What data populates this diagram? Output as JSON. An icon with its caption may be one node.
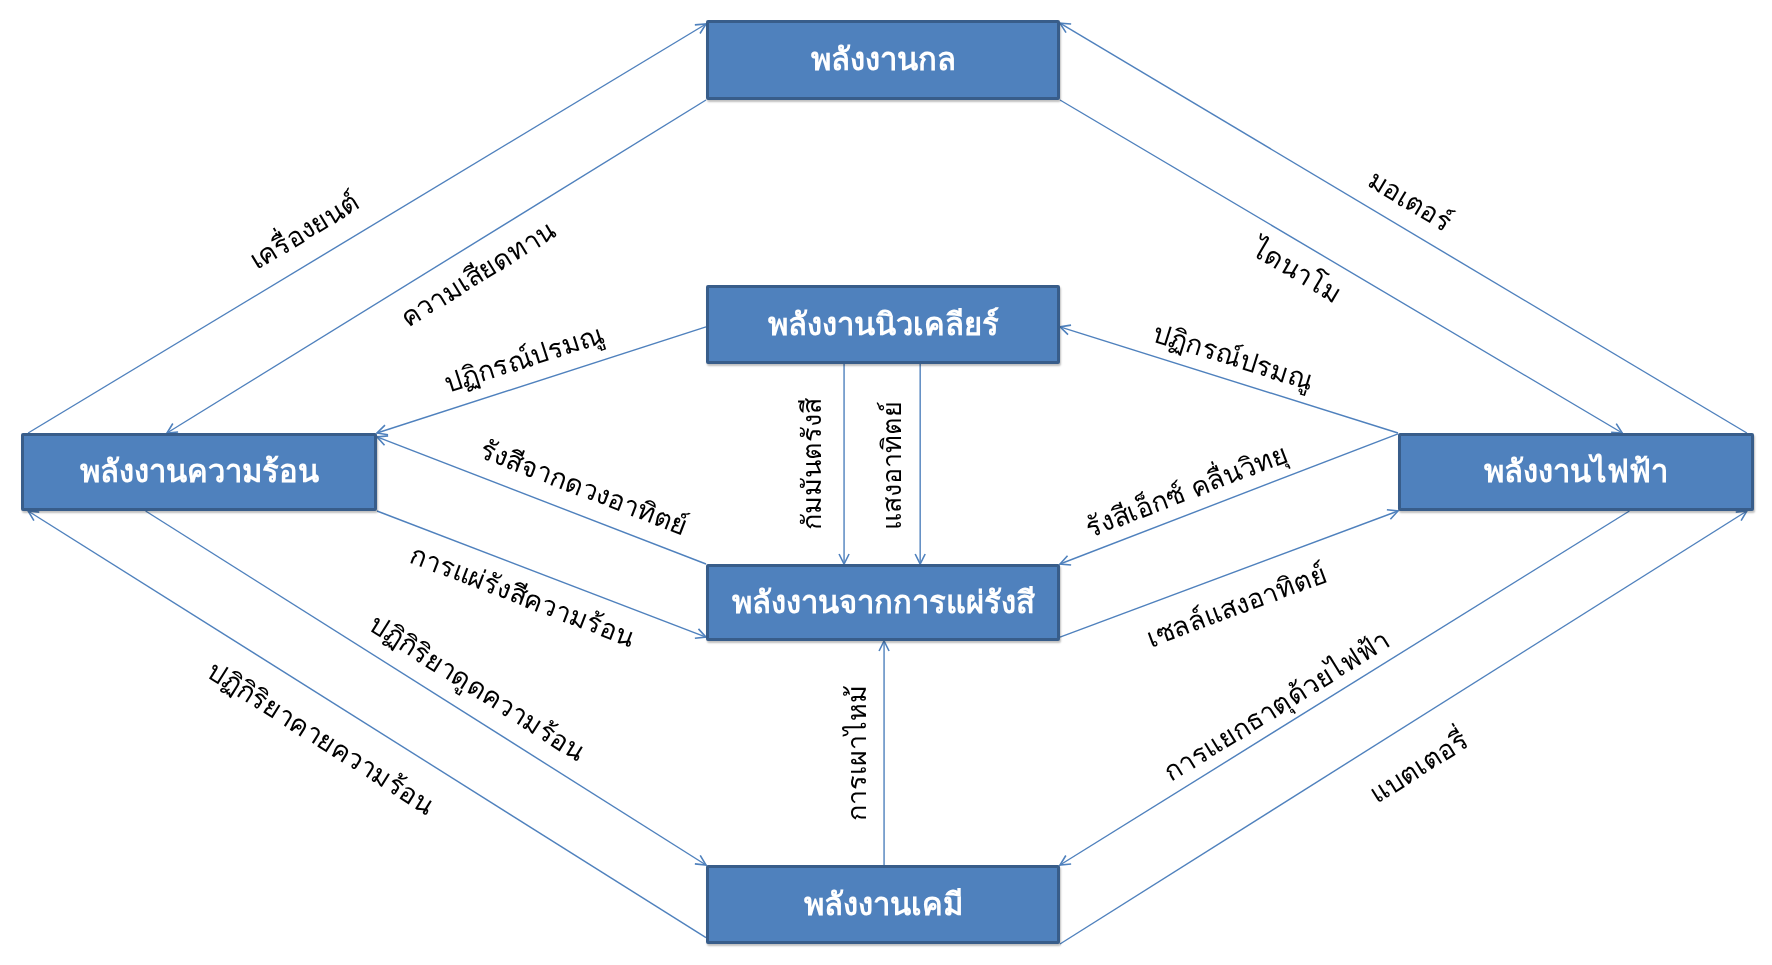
{
  "diagram": {
    "nodes": [
      {
        "text": [
          "พลังงานกล"
        ]
      },
      {
        "text": [
          "พลังงานนิวเคลียร์"
        ]
      },
      {
        "text": [
          "พลังงานความร้อน"
        ]
      },
      {
        "text": [
          "พลังงานไฟฟ้า"
        ]
      },
      {
        "text": [
          "พลังงานจากการแผ่รังสี"
        ]
      },
      {
        "text": [
          "พลังงานเคมี"
        ]
      }
    ],
    "edges": [
      {
        "from": 2,
        "to": 0,
        "arrow": "to",
        "label": "เครื่องยนต์"
      },
      {
        "from": 0,
        "to": 2,
        "arrow": "to",
        "label": "ความเสียดทาน"
      },
      {
        "from": 1,
        "to": 2,
        "arrow": "to",
        "label": "ปฏิกรณ์ปรมณู"
      },
      {
        "from": 4,
        "to": 2,
        "arrow": "to",
        "label": "รังสีจากดวงอาทิตย์"
      },
      {
        "from": 2,
        "to": 4,
        "arrow": "to",
        "label": "การแผ่รังสีความร้อน"
      },
      {
        "from": 2,
        "to": 5,
        "arrow": "to",
        "label": "ปฏิกิริยาดูดความร้อน"
      },
      {
        "from": 5,
        "to": 2,
        "arrow": "to",
        "label": "ปฏิกิริยาคายความร้อน"
      },
      {
        "from": 3,
        "to": 0,
        "arrow": "to",
        "label": "มอเตอร์"
      },
      {
        "from": 0,
        "to": 3,
        "arrow": "to",
        "label": "ไดนาโม"
      },
      {
        "from": 3,
        "to": 1,
        "arrow": "to",
        "label": "ปฏิกรณ์ปรมณู"
      },
      {
        "from": 3,
        "to": 4,
        "arrow": "to",
        "label": "รังสีเอ็กซ์ คลื่นวิทยุ"
      },
      {
        "from": 4,
        "to": 3,
        "arrow": "to",
        "label": "เซลล์แสงอาทิตย์"
      },
      {
        "from": 3,
        "to": 5,
        "arrow": "to",
        "label": "การแยกธาตุด้วยไฟฟ้า"
      },
      {
        "from": 5,
        "to": 3,
        "arrow": "to",
        "label": "แบตเตอรี่"
      },
      {
        "from": 1,
        "to": 4,
        "arrow": "to",
        "label": "กัมมันตรังสี"
      },
      {
        "from": 1,
        "to": 4,
        "arrow": "to",
        "label": "แสงอาทิตย์"
      },
      {
        "from": 5,
        "to": 4,
        "arrow": "to",
        "label": "การเผาไหม้"
      }
    ]
  }
}
